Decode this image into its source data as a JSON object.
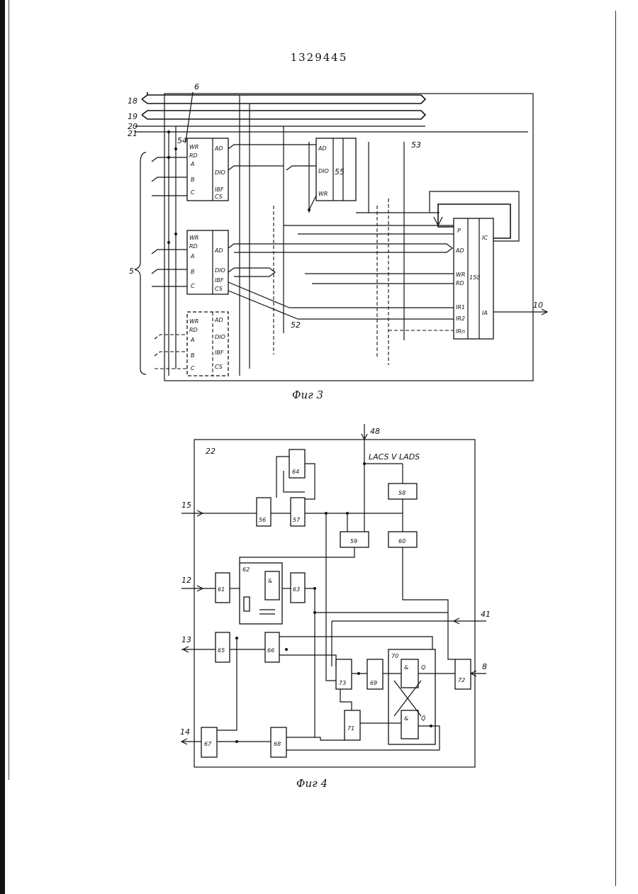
{
  "page": {
    "number": "1329445"
  },
  "fig3": {
    "caption": "Фиг 3",
    "labels": {
      "l18": "18",
      "l19": "19",
      "l20": "20",
      "l21": "21",
      "l6": "6",
      "l54": "54",
      "l55": "55",
      "l53": "53",
      "l52": "52",
      "l5": "5",
      "l10": "10",
      "l150": "150"
    },
    "pins": {
      "wr": "WR",
      "rd": "RD",
      "a": "A",
      "b": "B",
      "c": "C",
      "ad": "AD",
      "dio": "DIO",
      "ibf": "IBF",
      "cs": "CS",
      "p": "P",
      "ic": "IC",
      "ir1": "IR1",
      "ir2": "IR2",
      "irn": "IRn",
      "ia": "IA"
    }
  },
  "fig4": {
    "caption": "Фиг 4",
    "signal_text": "LACS V LADS",
    "labels": {
      "l22": "22",
      "l48": "48",
      "l15": "15",
      "l12": "12",
      "l13": "13",
      "l14": "14",
      "l41": "41",
      "l8": "8"
    },
    "blocks": {
      "b56": "56",
      "b57": "57",
      "b58": "58",
      "b59": "59",
      "b60": "60",
      "b61": "61",
      "b62": "62",
      "b63": "63",
      "b64": "64",
      "b65": "65",
      "b66": "66",
      "b67": "67",
      "b68": "68",
      "b69": "69",
      "b70": "70",
      "b71": "71",
      "b72": "72",
      "b73": "73"
    },
    "gates": {
      "and": "&",
      "q": "Q",
      "nq": "Q̄"
    }
  }
}
